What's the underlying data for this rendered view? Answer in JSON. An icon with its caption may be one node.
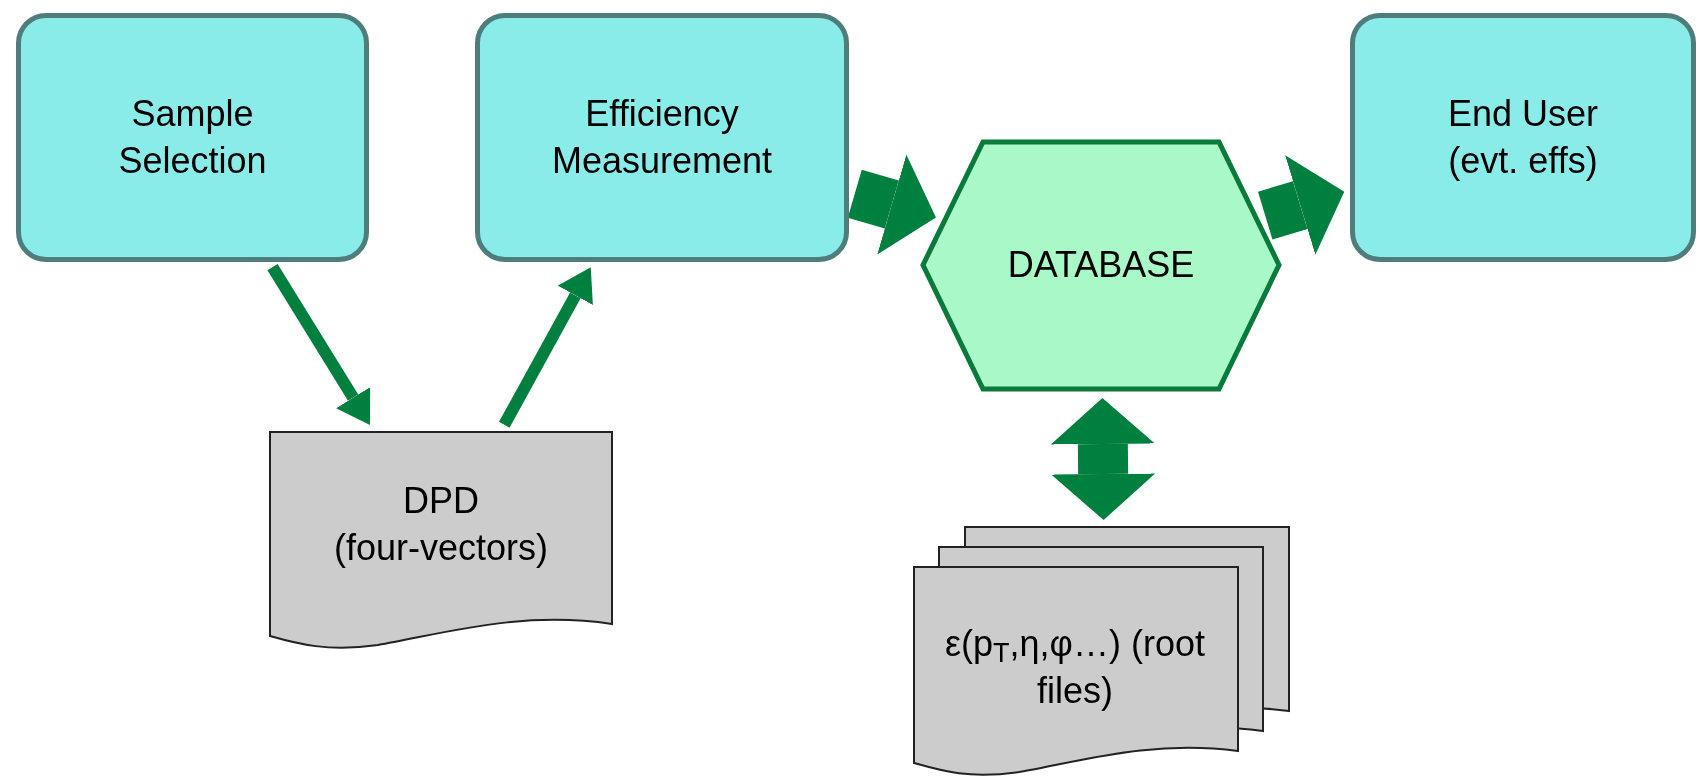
{
  "diagram": {
    "nodes": [
      {
        "text": [
          "Sample Selection"
        ]
      },
      {
        "text": [
          "Efficiency Measurement"
        ]
      },
      {
        "text": [
          "DATABASE"
        ]
      },
      {
        "text": [
          "End User (evt. effs)"
        ]
      },
      {
        "text": [
          "DPD (four-vectors)"
        ]
      },
      {
        "text": [
          "ε(p$_{T}$,η,φ…) (root files)"
        ]
      }
    ],
    "edges": [
      {
        "from": 0,
        "to": 4,
        "arrow": "to"
      },
      {
        "from": 4,
        "to": 1,
        "arrow": "to"
      },
      {
        "from": 1,
        "to": 2,
        "arrow": "to"
      },
      {
        "from": 2,
        "to": 3,
        "arrow": "to"
      },
      {
        "from": 2,
        "to": 5,
        "arrow": "both"
      }
    ]
  }
}
